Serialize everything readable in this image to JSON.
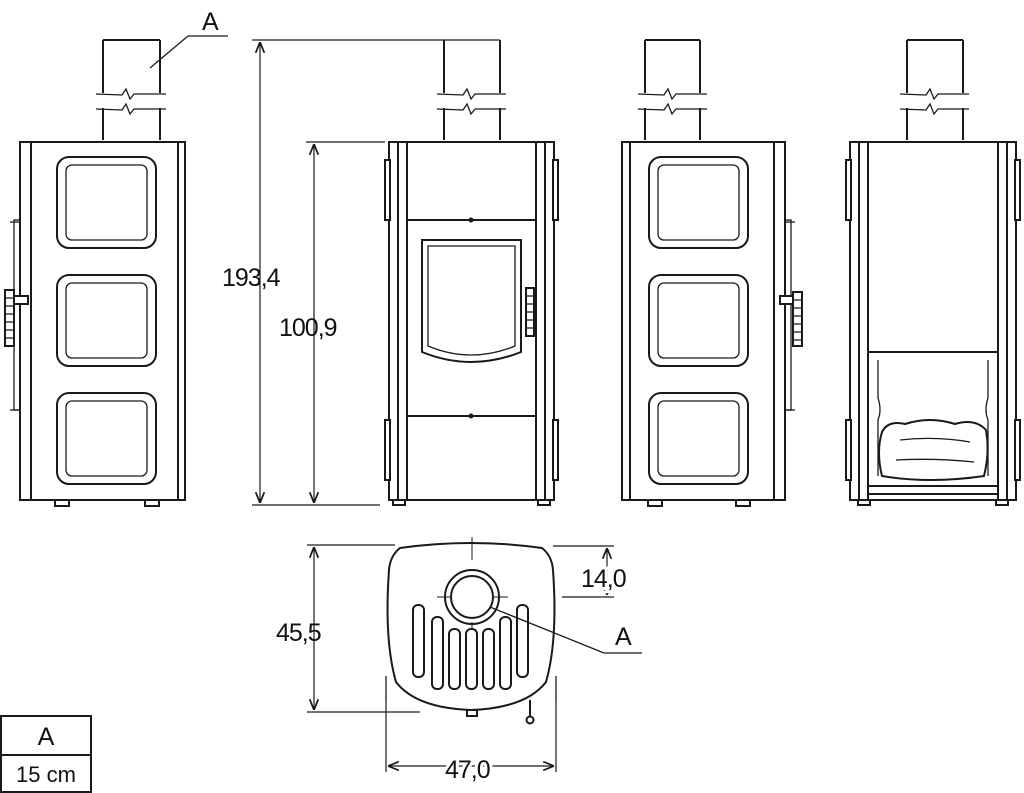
{
  "callout": {
    "pipe_label": "A"
  },
  "dimensions": {
    "total_height": "193,4",
    "body_height": "100,9",
    "depth": "45,5",
    "width": "47,0",
    "flue_offset": "14,0"
  },
  "legend": {
    "header": "A",
    "value": "15 cm"
  }
}
